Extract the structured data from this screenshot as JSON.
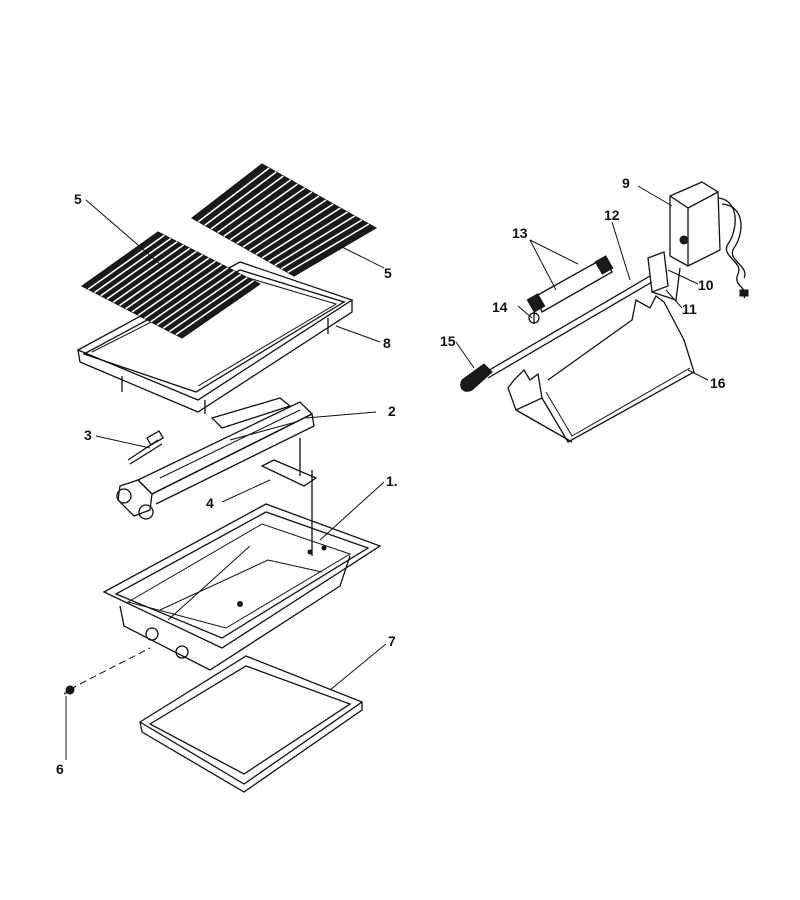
{
  "callouts": {
    "c1": "1.",
    "c2": "2",
    "c3": "3",
    "c4": "4",
    "c5a": "5",
    "c5b": "5",
    "c6": "6",
    "c7": "7",
    "c8": "8",
    "c9": "9",
    "c10": "10",
    "c11": "11",
    "c12": "12",
    "c13": "13",
    "c14": "14",
    "c15": "15",
    "c16": "16"
  }
}
